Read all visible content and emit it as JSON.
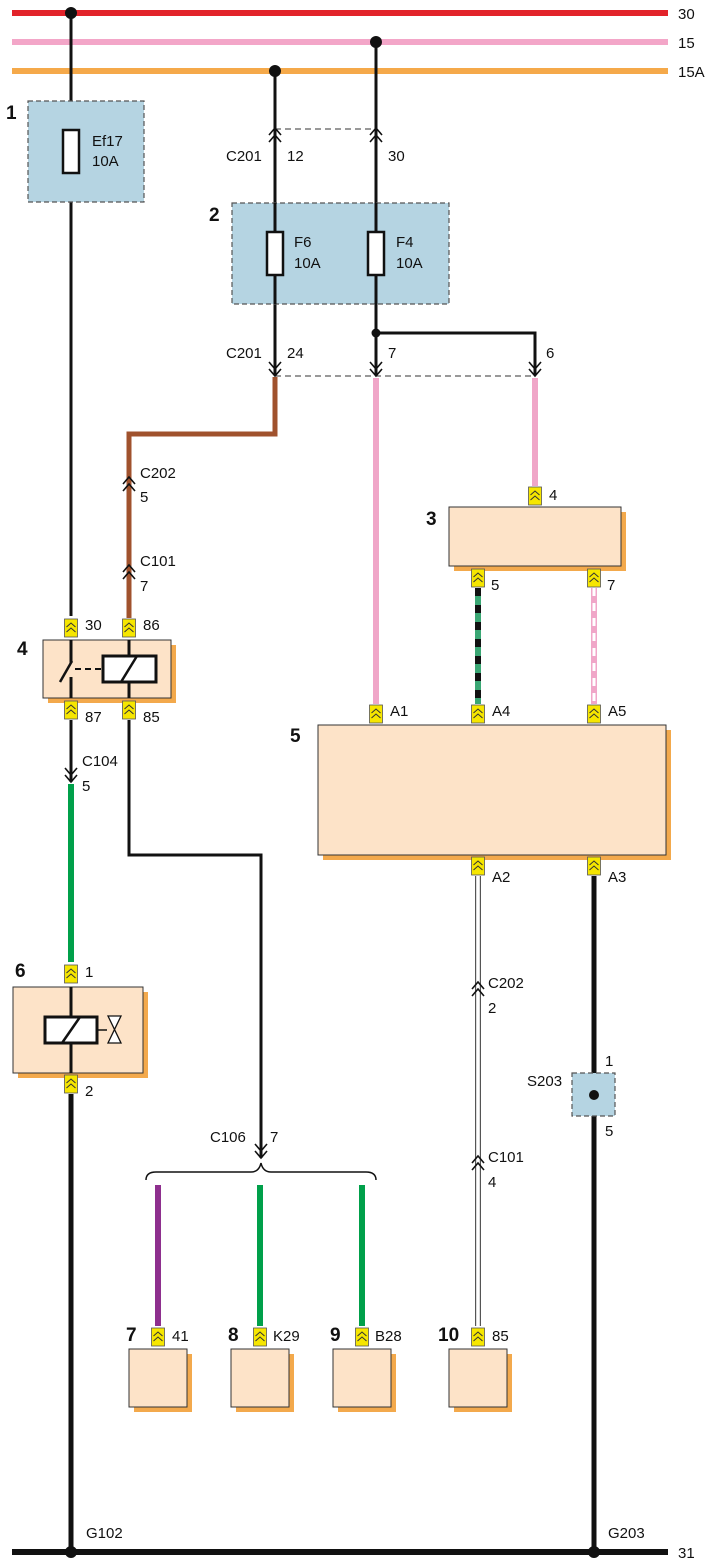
{
  "colors": {
    "bus_30": "#e2232a",
    "bus_15": "#f3a6c8",
    "bus_15a": "#f5a94a",
    "brown": "#a0522d",
    "pink": "#f0a6c8",
    "green": "#00a04a",
    "green_black": "#3aa774",
    "purple": "#8e2f8e",
    "component_fill": "#fde3c8",
    "fuse_block_fill": "#b5d4e2"
  },
  "buses": {
    "b30": "30",
    "b15": "15",
    "b15a": "15A",
    "b31": "31"
  },
  "components": {
    "c1": "1",
    "c2": "2",
    "c3": "3",
    "c4": "4",
    "c5": "5",
    "c6": "6",
    "c7": "7",
    "c8": "8",
    "c9": "9",
    "c10": "10"
  },
  "fuses": {
    "ef17_name": "Ef17",
    "ef17_rating": "10A",
    "f6_name": "F6",
    "f6_rating": "10A",
    "f4_name": "F4",
    "f4_rating": "10A"
  },
  "connectors": {
    "c201_top": "C201",
    "c201_top_pin_a": "12",
    "c201_top_pin_b": "30",
    "c201_bottom": "C201",
    "c201_bottom_pin_a": "24",
    "c201_bottom_pin_b": "7",
    "c201_bottom_pin_c": "6",
    "c202_left": "C202",
    "c202_left_pin": "5",
    "c101_left": "C101",
    "c101_left_pin": "7",
    "c104": "C104",
    "c104_pin": "5",
    "c106": "C106",
    "c106_pin": "7",
    "c202_right": "C202",
    "c202_right_pin": "2",
    "c101_right": "C101",
    "c101_right_pin": "4",
    "s203": "S203",
    "s203_pin_top": "1",
    "s203_pin_bottom": "5"
  },
  "pins": {
    "p3_4": "4",
    "p3_5": "5",
    "p3_7": "7",
    "p4_30": "30",
    "p4_86": "86",
    "p4_87": "87",
    "p4_85": "85",
    "p5_a1": "A1",
    "p5_a4": "A4",
    "p5_a5": "A5",
    "p5_a2": "A2",
    "p5_a3": "A3",
    "p6_1": "1",
    "p6_2": "2",
    "p7": "41",
    "p8": "K29",
    "p9": "B28",
    "p10": "85"
  },
  "grounds": {
    "g102": "G102",
    "g203": "G203"
  }
}
